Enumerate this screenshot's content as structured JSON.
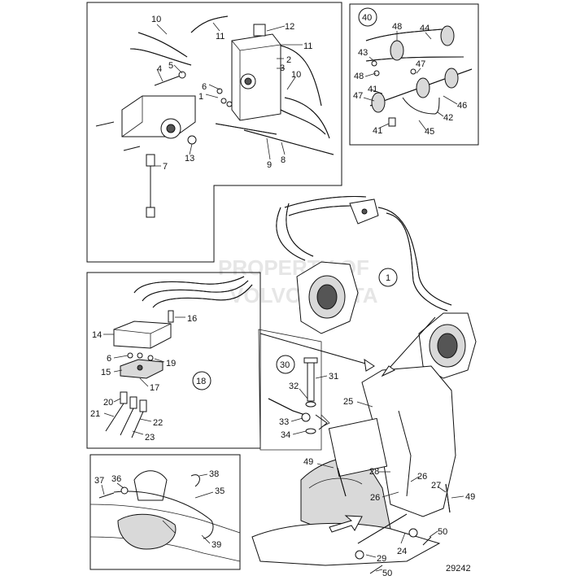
{
  "diagram_id": "29242",
  "watermark": [
    "PROPERTY OF",
    "VOLVO PENTA"
  ],
  "panels": {
    "top_left": {
      "labels": [
        "10",
        "11",
        "12",
        "11",
        "2",
        "3",
        "5",
        "4",
        "6",
        "1",
        "10",
        "9",
        "8",
        "7",
        "13"
      ]
    },
    "top_right": {
      "circle": "40",
      "labels": [
        "44",
        "48",
        "43",
        "47",
        "48",
        "41",
        "47",
        "46",
        "42",
        "41",
        "45"
      ]
    },
    "mid_left": {
      "circle": "18",
      "labels": [
        "16",
        "14",
        "6",
        "19",
        "15",
        "17",
        "20",
        "21",
        "22",
        "23"
      ]
    },
    "bottom_left": {
      "labels": [
        "37",
        "36",
        "38",
        "35",
        "39"
      ]
    },
    "inset_30": {
      "circle": "30",
      "labels": [
        "31",
        "32",
        "33",
        "34"
      ]
    },
    "main": {
      "circle": "1",
      "labels": [
        "25",
        "49",
        "28",
        "26",
        "26",
        "27",
        "49",
        "24",
        "50",
        "29",
        "50"
      ]
    }
  }
}
